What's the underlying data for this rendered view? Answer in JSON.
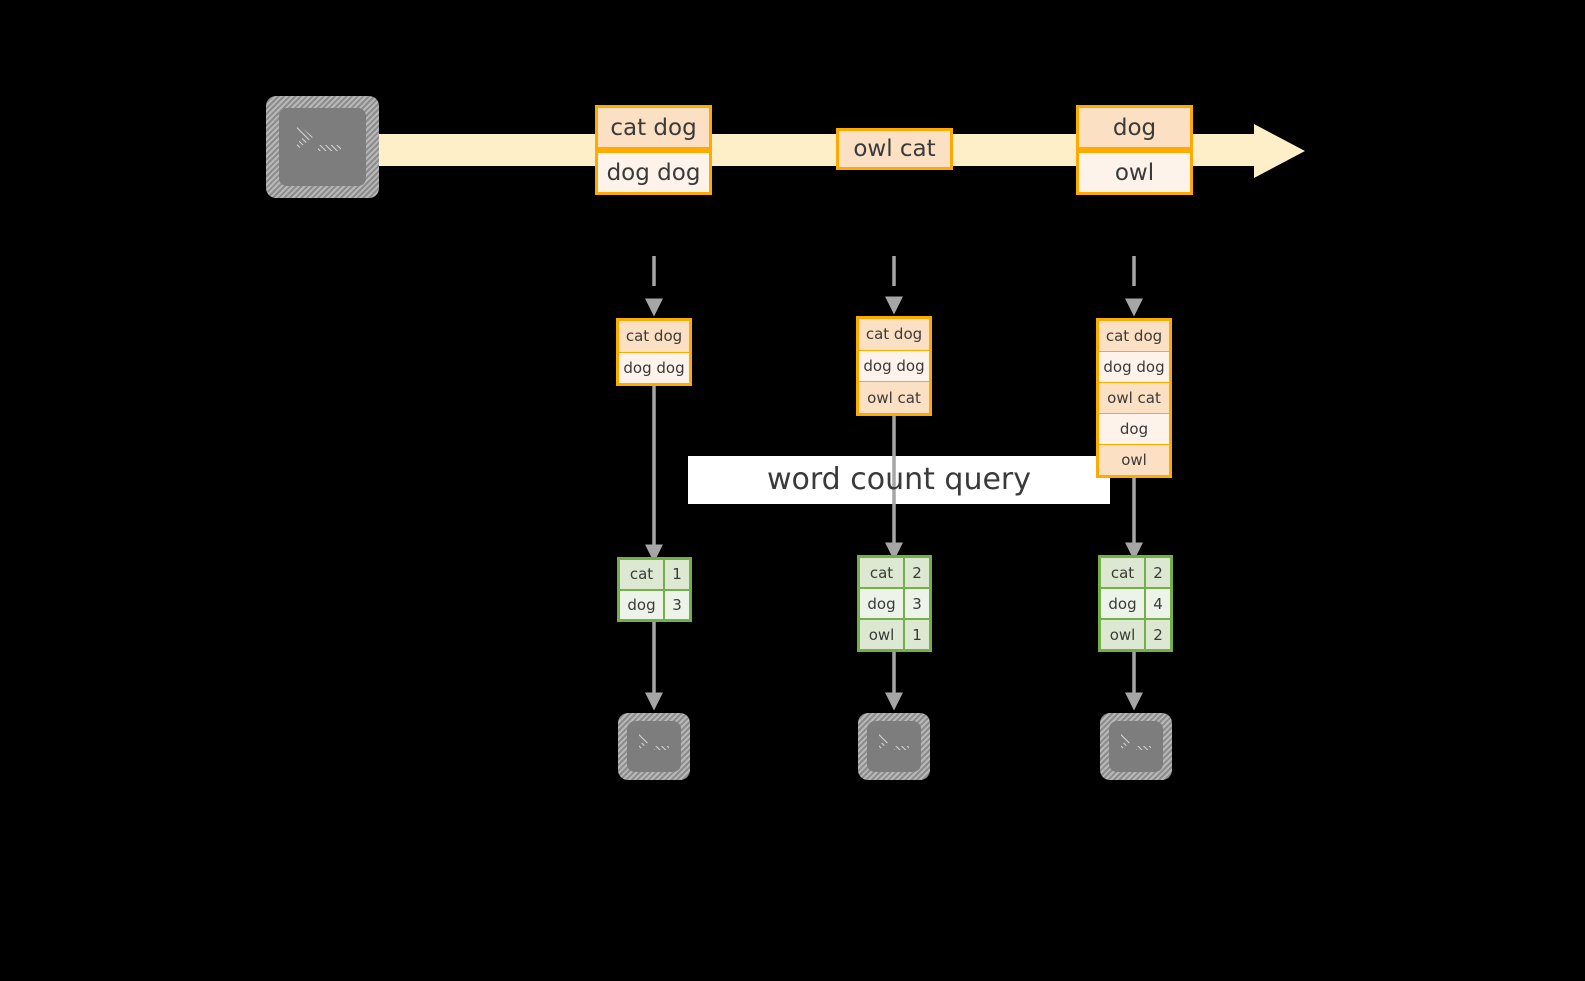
{
  "diagram": {
    "title_label": "word count query",
    "colors": {
      "stream_arrow": "#FFEFC8",
      "message_border": "#FFAA00",
      "message_fill": "#FCE0C3",
      "message_fill_alt": "#FDF3EA",
      "table_border": "#74B04A",
      "table_fill": "#DDE8D2",
      "table_fill_alt": "#EEF3E9",
      "flow_arrow": "#A6A6A6",
      "terminal_fill": "#7D7D7D",
      "background": "#000000",
      "band": "#FFFFFF"
    },
    "producer": {
      "icon": "terminal-icon",
      "glyph": ">_"
    },
    "stream": {
      "name": "append-only-log",
      "messages": [
        {
          "group": 1,
          "lines": [
            "cat dog",
            "dog dog"
          ]
        },
        {
          "group": 2,
          "lines": [
            "owl cat"
          ]
        },
        {
          "group": 3,
          "lines": [
            "dog",
            "owl"
          ]
        }
      ]
    },
    "snapshots": [
      {
        "name": "snapshot-1",
        "state_rows": [
          "cat dog",
          "dog dog"
        ],
        "result": {
          "rows": [
            {
              "word": "cat",
              "count": "1"
            },
            {
              "word": "dog",
              "count": "3"
            }
          ]
        },
        "consumer": {
          "icon": "terminal-icon",
          "glyph": ">_"
        }
      },
      {
        "name": "snapshot-2",
        "state_rows": [
          "cat dog",
          "dog dog",
          "owl cat"
        ],
        "result": {
          "rows": [
            {
              "word": "cat",
              "count": "2"
            },
            {
              "word": "dog",
              "count": "3"
            },
            {
              "word": "owl",
              "count": "1"
            }
          ]
        },
        "consumer": {
          "icon": "terminal-icon",
          "glyph": ">_"
        }
      },
      {
        "name": "snapshot-3",
        "state_rows": [
          "cat dog",
          "dog dog",
          "owl cat",
          "dog",
          "owl"
        ],
        "result": {
          "rows": [
            {
              "word": "cat",
              "count": "2"
            },
            {
              "word": "dog",
              "count": "4"
            },
            {
              "word": "owl",
              "count": "2"
            }
          ]
        },
        "consumer": {
          "icon": "terminal-icon",
          "glyph": ">_"
        }
      }
    ]
  }
}
